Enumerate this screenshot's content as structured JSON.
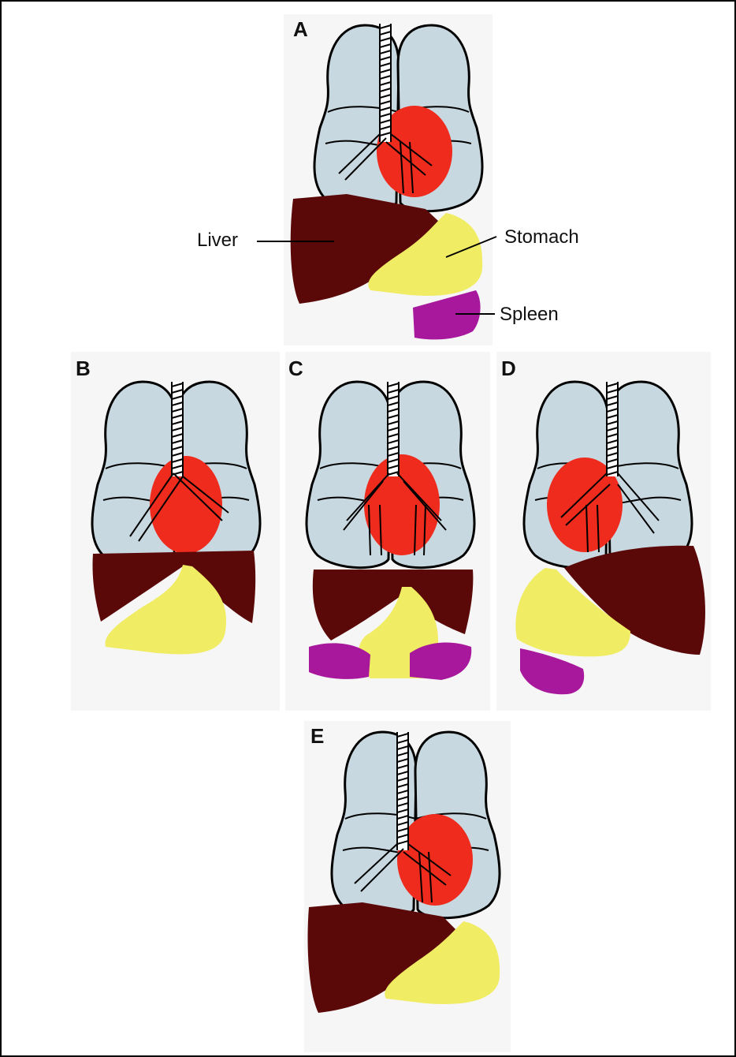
{
  "panels": [
    {
      "letter": "A"
    },
    {
      "letter": "B"
    },
    {
      "letter": "C"
    },
    {
      "letter": "D"
    },
    {
      "letter": "E"
    }
  ],
  "labels": {
    "liver": "Liver",
    "stomach": "Stomach",
    "spleen": "Spleen"
  },
  "colors": {
    "lung": "#c8d8e0",
    "heart": "#ee2b1c",
    "liver": "#5a0808",
    "stomach": "#f0ec64",
    "spleen": "#a8189c"
  }
}
